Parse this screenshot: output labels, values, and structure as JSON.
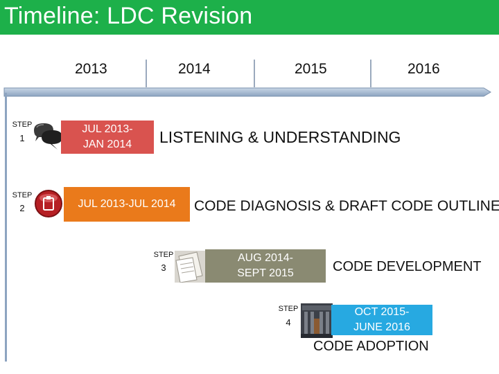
{
  "title": "Timeline: LDC Revision",
  "years": [
    "2013",
    "2014",
    "2015",
    "2016"
  ],
  "steps": [
    {
      "label": "STEP",
      "number": "1",
      "dates_line1": "JUL 2013-",
      "dates_line2": "JAN 2014",
      "phase": "LISTENING & UNDERSTANDING",
      "color": "#d9534f",
      "icon": "speech-bubbles-icon"
    },
    {
      "label": "STEP",
      "number": "2",
      "dates_line1": "JUL 2013-JUL 2014",
      "dates_line2": "",
      "phase": "CODE DIAGNOSIS & DRAFT CODE OUTLINE",
      "color": "#ea7a1b",
      "icon": "clipboard-icon"
    },
    {
      "label": "STEP",
      "number": "3",
      "dates_line1": "AUG 2014-",
      "dates_line2": "SEPT 2015",
      "phase": "CODE DEVELOPMENT",
      "color": "#8a8a72",
      "icon": "documents-icon"
    },
    {
      "label": "STEP",
      "number": "4",
      "dates_line1": "OCT 2015-",
      "dates_line2": "JUNE 2016",
      "phase": "CODE ADOPTION",
      "color": "#27a9e1",
      "icon": "courthouse-icon"
    }
  ],
  "colors": {
    "title_bar": "#1db04a",
    "axis": "#8da4c0"
  }
}
